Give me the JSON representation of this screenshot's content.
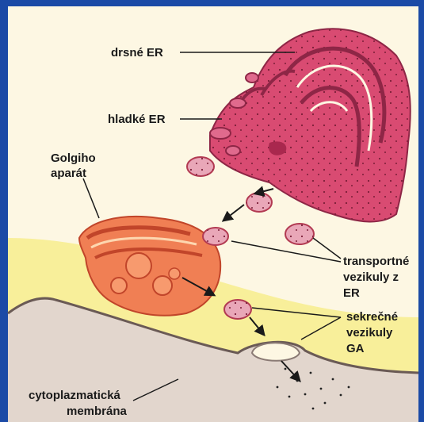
{
  "labels": {
    "rough_er": "drsné ER",
    "smooth_er": "hladké ER",
    "golgi_line1": "Golgiho",
    "golgi_line2": "aparát",
    "transport_line1": "transportné",
    "transport_line2": "vezikuly z",
    "transport_line3": "ER",
    "secretory_line1": "sekrečné",
    "secretory_line2": "vezikuly",
    "secretory_line3": "GA",
    "membrane_line1": "cytoplazmatická",
    "membrane_line2": "membrána"
  },
  "colors": {
    "frame": "#1b4aa6",
    "background": "#fdf7e3",
    "cytoplasm": "#f8ef9a",
    "extracellular": "#e2d6cd",
    "er_fill": "#d94b72",
    "er_dark": "#8e2646",
    "golgi_fill": "#f07f54",
    "golgi_dark": "#c1452a",
    "vesicle_rim": "#b23a52"
  }
}
